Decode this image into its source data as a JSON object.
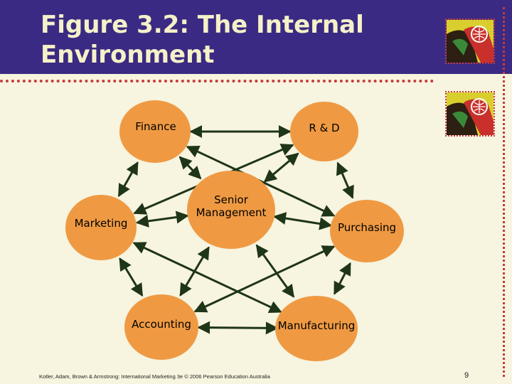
{
  "slide": {
    "title": "Figure 3.2: The Internal Environment",
    "footer": "Kotler, Adam, Brown & Armstrong: International Marketing 3e © 2006 Pearson Education Australia",
    "page_number": "9"
  },
  "diagram": {
    "nodes": [
      {
        "id": "finance",
        "label": "Finance"
      },
      {
        "id": "rd",
        "label": "R & D"
      },
      {
        "id": "marketing",
        "label": "Marketing"
      },
      {
        "id": "senior",
        "label": "Senior Management"
      },
      {
        "id": "purchasing",
        "label": "Purchasing"
      },
      {
        "id": "accounting",
        "label": "Accounting"
      },
      {
        "id": "manufacturing",
        "label": "Manufacturing"
      }
    ],
    "edges": [
      {
        "from": "finance",
        "to": "rd"
      },
      {
        "from": "finance",
        "to": "marketing"
      },
      {
        "from": "finance",
        "to": "senior"
      },
      {
        "from": "finance",
        "to": "purchasing"
      },
      {
        "from": "rd",
        "to": "senior"
      },
      {
        "from": "rd",
        "to": "marketing"
      },
      {
        "from": "rd",
        "to": "purchasing"
      },
      {
        "from": "marketing",
        "to": "senior"
      },
      {
        "from": "marketing",
        "to": "accounting"
      },
      {
        "from": "marketing",
        "to": "manufacturing"
      },
      {
        "from": "senior",
        "to": "purchasing"
      },
      {
        "from": "senior",
        "to": "accounting"
      },
      {
        "from": "senior",
        "to": "manufacturing"
      },
      {
        "from": "purchasing",
        "to": "manufacturing"
      },
      {
        "from": "purchasing",
        "to": "accounting"
      },
      {
        "from": "accounting",
        "to": "manufacturing"
      }
    ]
  },
  "colors": {
    "header": "#3b2a83",
    "node_fill": "#ef9a43",
    "arrow": "#1e3518",
    "background": "#f7f4df"
  }
}
